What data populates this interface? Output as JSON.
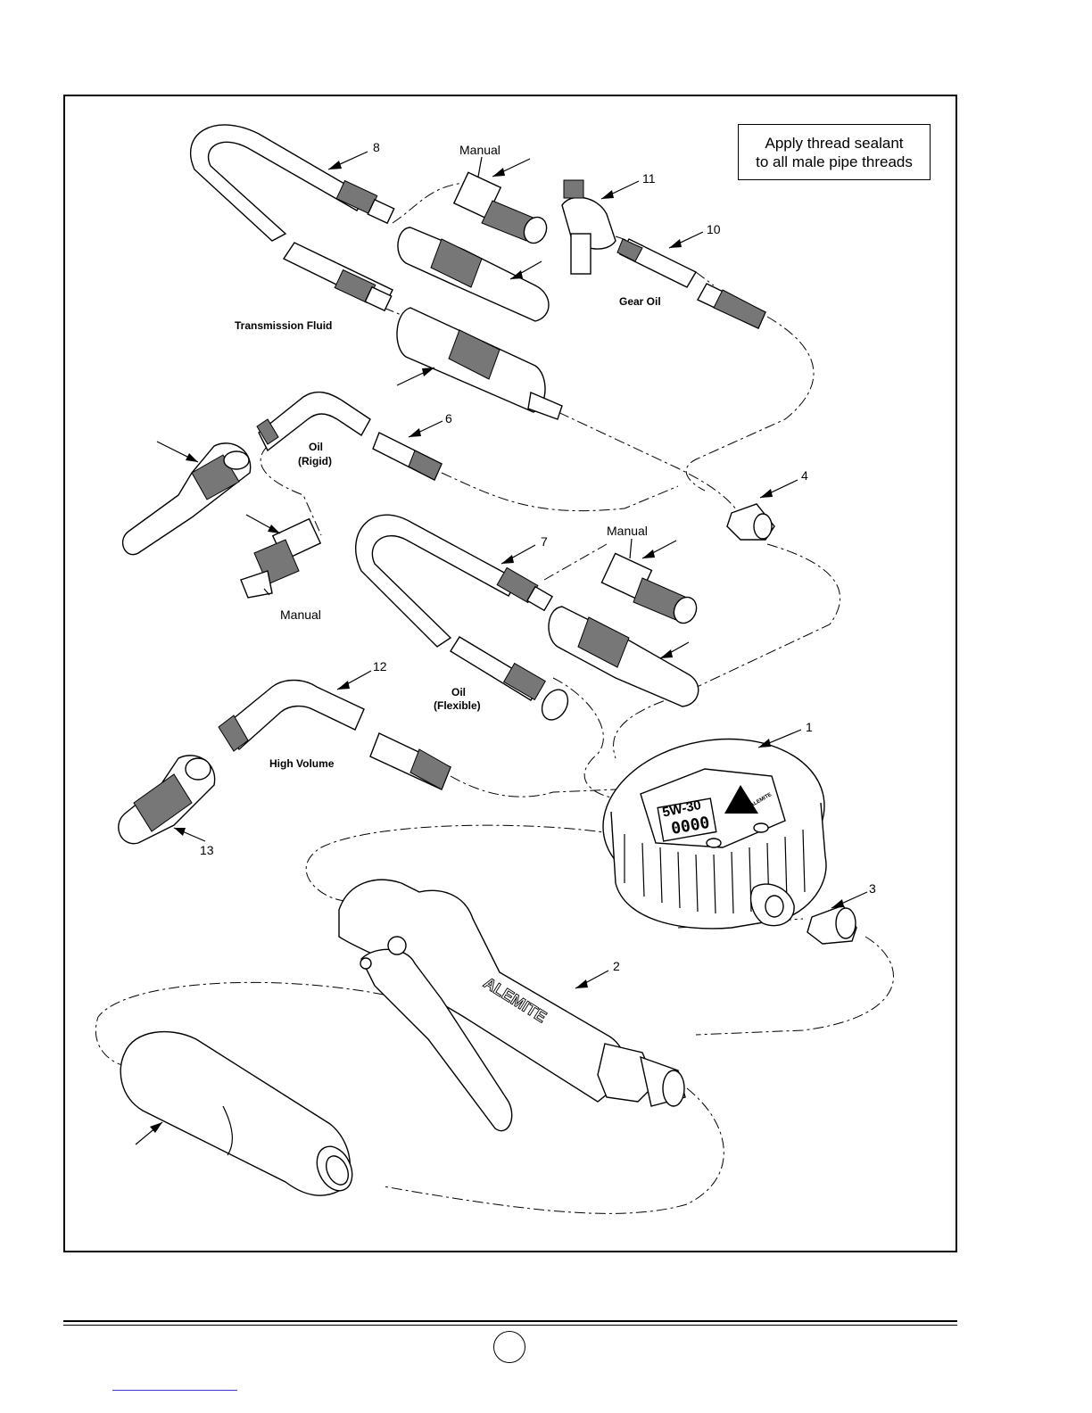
{
  "note": {
    "line1": "Apply thread sealant",
    "line2": "to all male pipe threads"
  },
  "labels": {
    "transmission_fluid": "Transmission Fluid",
    "gear_oil": "Gear Oil",
    "oil_rigid_1": "Oil",
    "oil_rigid_2": "(Rigid)",
    "oil_flexible_1": "Oil",
    "oil_flexible_2": "(Flexible)",
    "high_volume": "High Volume",
    "manual_top": "Manual",
    "manual_left": "Manual",
    "manual_mid": "Manual"
  },
  "callouts": {
    "c1": "1",
    "c2": "2",
    "c3": "3",
    "c4": "4",
    "c6": "6",
    "c7": "7",
    "c8": "8",
    "c10": "10",
    "c11": "11",
    "c12": "12",
    "c13": "13"
  },
  "meter_display": {
    "brand_text": "5W-30",
    "digits": "0000",
    "logo_text": "ALEMITE"
  },
  "gun_brand": "ALEMITE"
}
